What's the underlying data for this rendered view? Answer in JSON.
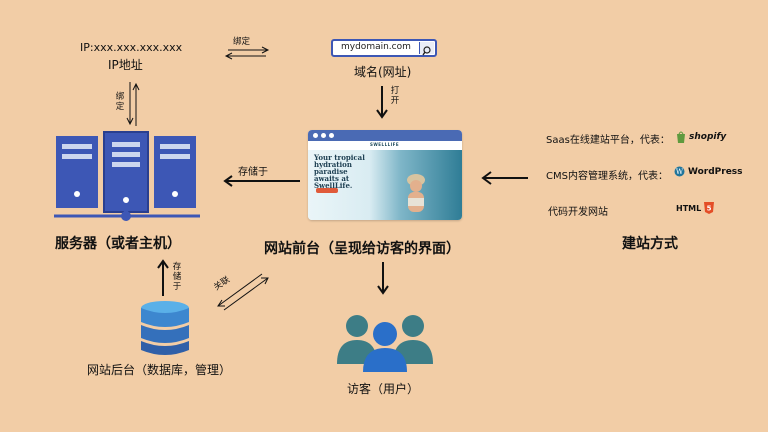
{
  "ip": {
    "address": "IP:xxx.xxx.xxx.xxx",
    "label": "IP地址"
  },
  "bind_top": "绑定",
  "bind_left": "绑定",
  "domain": {
    "value": "mydomain.com",
    "label": "域名(网址)"
  },
  "open": "打开",
  "server": {
    "label": "服务器（或者主机）"
  },
  "store_left": "存储于",
  "store_bottom": "存储于",
  "relate": "关联",
  "frontend": {
    "label": "网站前台（呈现给访客的界面）",
    "brand": "SWELLLIFE",
    "hero_text": "Your tropical hydration paradise awaits at SwellLife."
  },
  "backend": {
    "label": "网站后台（数据库，管理）"
  },
  "visitor": {
    "label": "访客（用户）"
  },
  "methods": {
    "label": "建站方式",
    "items": [
      {
        "text": "Saas在线建站平台，代表：",
        "logo": "shopify"
      },
      {
        "text": "CMS内容管理系统，代表：",
        "logo": "WordPress"
      },
      {
        "text": "代码开发网站",
        "logo": "HTML"
      }
    ]
  },
  "colors": {
    "background": "#f2cda6",
    "server_blue": "#3d57b5",
    "db_blue": "#2f5fa8",
    "visitor_teal": "#3d7d86",
    "visitor_blue": "#2a6fc9"
  }
}
